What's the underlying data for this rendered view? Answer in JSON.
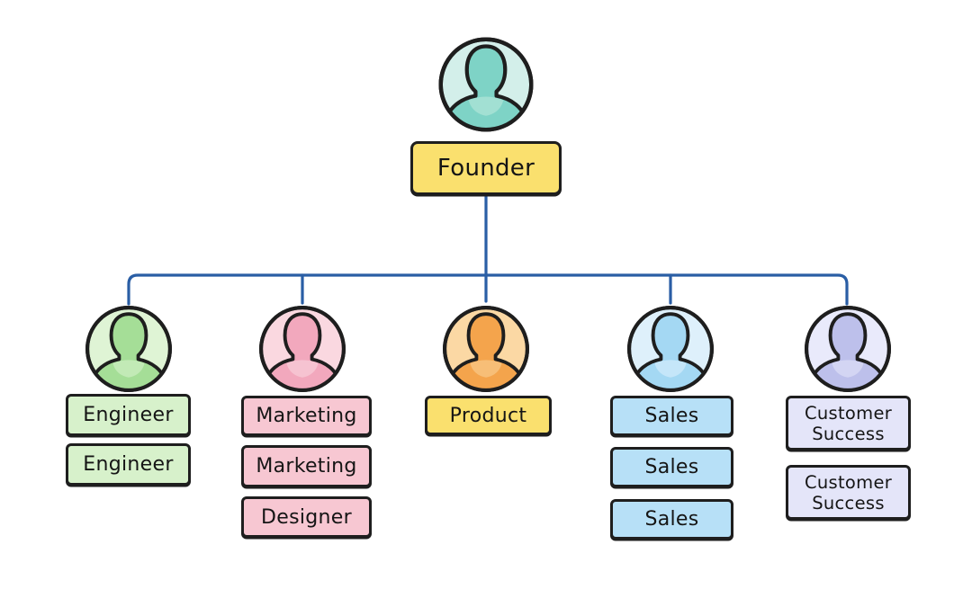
{
  "canvas": {
    "background": "#FFFFFF"
  },
  "palette": {
    "outline": "#1E1E1E",
    "connector": "#2A5EA5",
    "text": "#151515",
    "yellow_box": "#FAE06E",
    "green_box": "#D7F1CB",
    "pink_box": "#F7C7D2",
    "blue_box": "#B7E0F7",
    "lavender_box": "#E4E5F9"
  },
  "org_chart": {
    "root": {
      "label": "Founder",
      "box_color": "#FAE06E",
      "avatar_colors": {
        "circle": "#D3EFEA",
        "person": "#7ED3C6",
        "highlight": "#A2E0D3"
      }
    },
    "branches": [
      {
        "id": "engineering",
        "avatar_colors": {
          "circle": "#DFF4D5",
          "person": "#A5DE97",
          "highlight": "#C2EAB6"
        },
        "box_color": "#D7F1CB",
        "boxes": [
          "Engineer",
          "Engineer"
        ]
      },
      {
        "id": "marketing",
        "avatar_colors": {
          "circle": "#FAD8E0",
          "person": "#F2A8BD",
          "highlight": "#F6C3D1"
        },
        "box_color": "#F7C7D2",
        "boxes": [
          "Marketing",
          "Marketing",
          "Designer"
        ]
      },
      {
        "id": "product",
        "avatar_colors": {
          "circle": "#FBD8A4",
          "person": "#F4A44C",
          "highlight": "#F7BE77"
        },
        "box_color": "#FAE06E",
        "boxes": [
          "Product"
        ]
      },
      {
        "id": "sales",
        "avatar_colors": {
          "circle": "#DEF0FB",
          "person": "#A4D8F3",
          "highlight": "#C5E6F9"
        },
        "box_color": "#B7E0F7",
        "boxes": [
          "Sales",
          "Sales",
          "Sales"
        ]
      },
      {
        "id": "customer-success",
        "avatar_colors": {
          "circle": "#E9EAFB",
          "person": "#BDC0EB",
          "highlight": "#D3D5F3"
        },
        "box_color": "#E4E5F9",
        "boxes": [
          "Customer Success",
          "Customer Success"
        ]
      }
    ]
  }
}
